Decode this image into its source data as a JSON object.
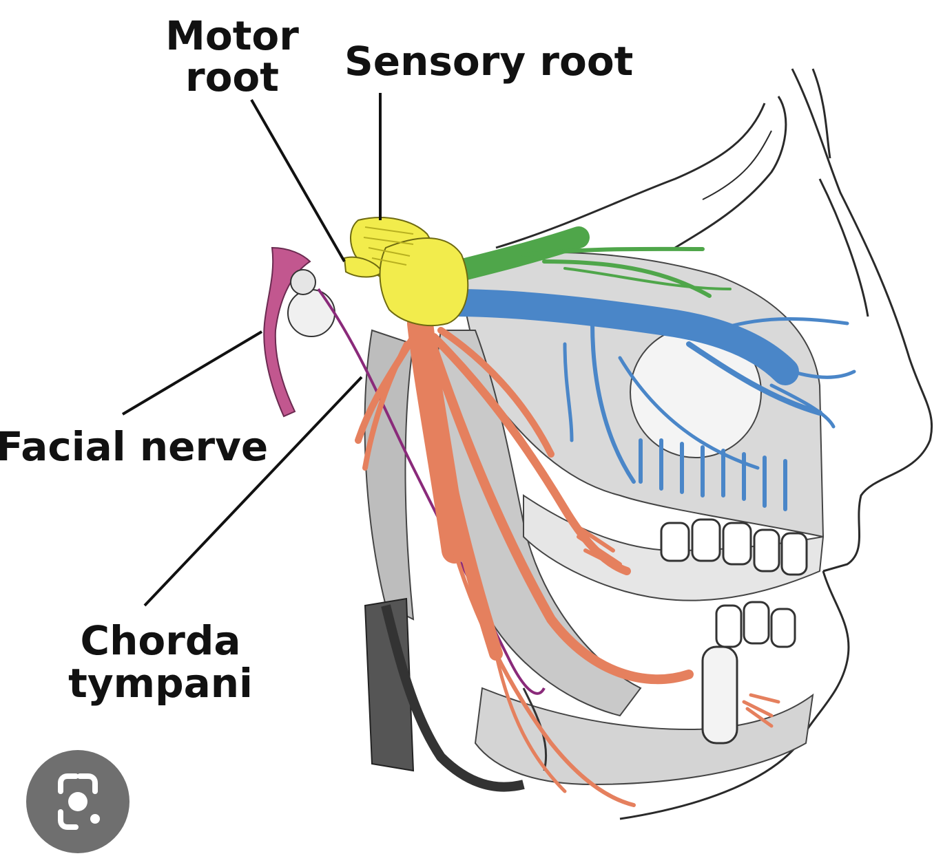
{
  "labels": {
    "motor_line1": "Motor",
    "motor_line2": "root",
    "sensory": "Sensory root",
    "facial": "Facial nerve",
    "chorda_line1": "Chorda",
    "chorda_line2": "tympani"
  },
  "colors": {
    "motor_sensory_root": "#f2ec4c",
    "ophthalmic_branch": "#4fa64a",
    "maxillary_branch": "#4a86c8",
    "mandibular_branch": "#e5805e",
    "facial_nerve": "#c2578f",
    "chorda_tympani": "#8a2a7a",
    "line_art": "#2a2a2a"
  },
  "icons": {
    "lens_button": "lens-camera-icon"
  }
}
